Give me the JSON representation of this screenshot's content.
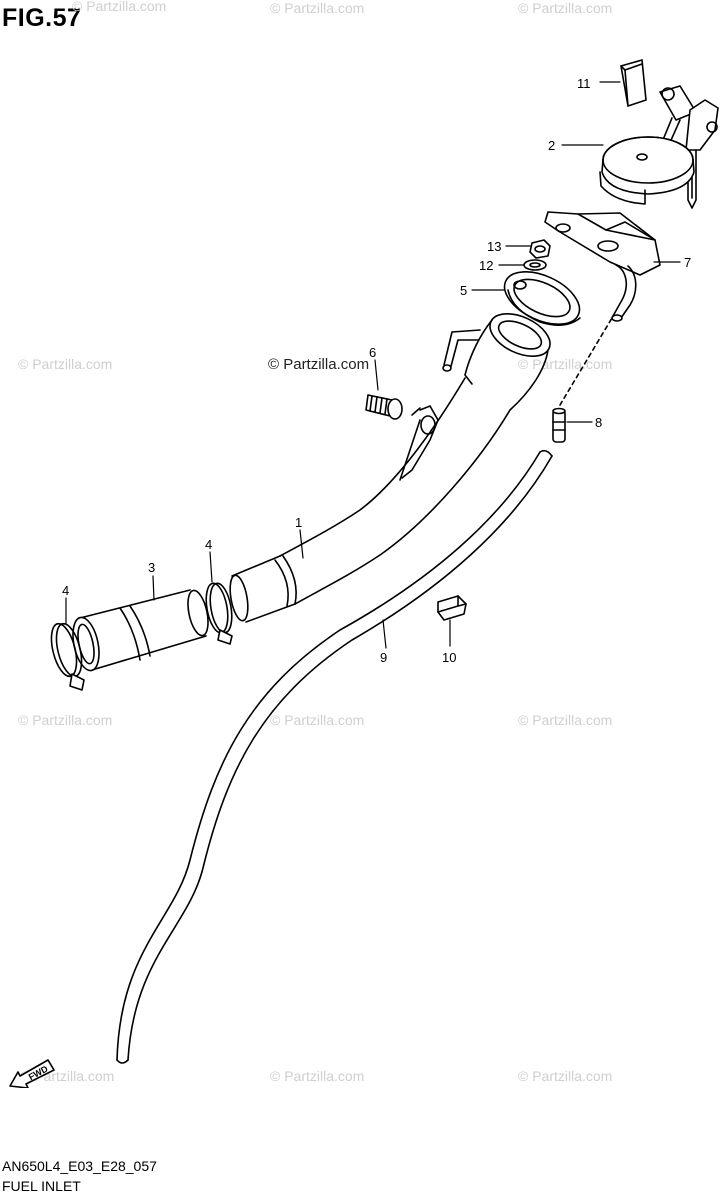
{
  "figure": {
    "title": "FIG.57",
    "code": "AN650L4_E03_E28_057",
    "name": "FUEL INLET"
  },
  "watermark": {
    "text": "© Partzilla.com",
    "main_text": "© Partzilla.com"
  },
  "fwd_label": "FWD",
  "callouts": [
    {
      "label": "11",
      "part": "lock-cover"
    },
    {
      "label": "2",
      "part": "fuel-cap"
    },
    {
      "label": "13",
      "part": "nut"
    },
    {
      "label": "12",
      "part": "washer"
    },
    {
      "label": "7",
      "part": "bracket"
    },
    {
      "label": "5",
      "part": "gasket"
    },
    {
      "label": "6",
      "part": "bolt"
    },
    {
      "label": "8",
      "part": "joint"
    },
    {
      "label": "1",
      "part": "inlet-pipe"
    },
    {
      "label": "4",
      "part": "clamp-upper"
    },
    {
      "label": "3",
      "part": "hose"
    },
    {
      "label": "4",
      "part": "clamp-lower"
    },
    {
      "label": "9",
      "part": "breather-hose"
    },
    {
      "label": "10",
      "part": "clip"
    }
  ]
}
